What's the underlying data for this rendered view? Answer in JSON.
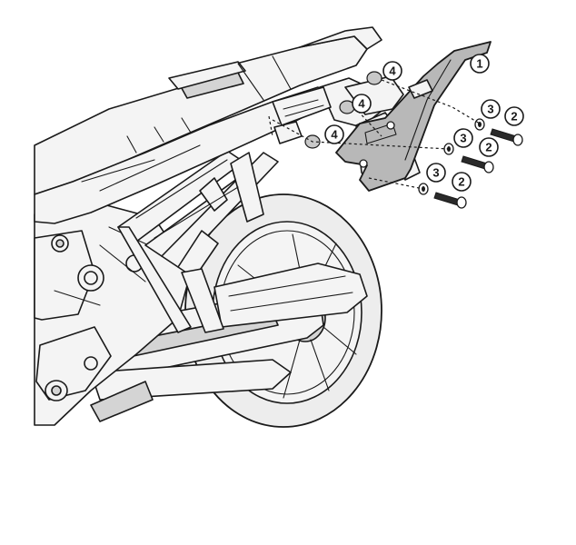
{
  "callouts": [
    {
      "id": "c1",
      "label": "1",
      "part": "bracket"
    },
    {
      "id": "c4a",
      "label": "4",
      "part": "spacer"
    },
    {
      "id": "c4b",
      "label": "4",
      "part": "spacer"
    },
    {
      "id": "c4c",
      "label": "4",
      "part": "spacer"
    },
    {
      "id": "c3a",
      "label": "3",
      "part": "washer"
    },
    {
      "id": "c3b",
      "label": "3",
      "part": "washer"
    },
    {
      "id": "c3c",
      "label": "3",
      "part": "washer"
    },
    {
      "id": "c2a",
      "label": "2",
      "part": "bolt"
    },
    {
      "id": "c2b",
      "label": "2",
      "part": "bolt"
    },
    {
      "id": "c2c",
      "label": "2",
      "part": "bolt"
    }
  ]
}
